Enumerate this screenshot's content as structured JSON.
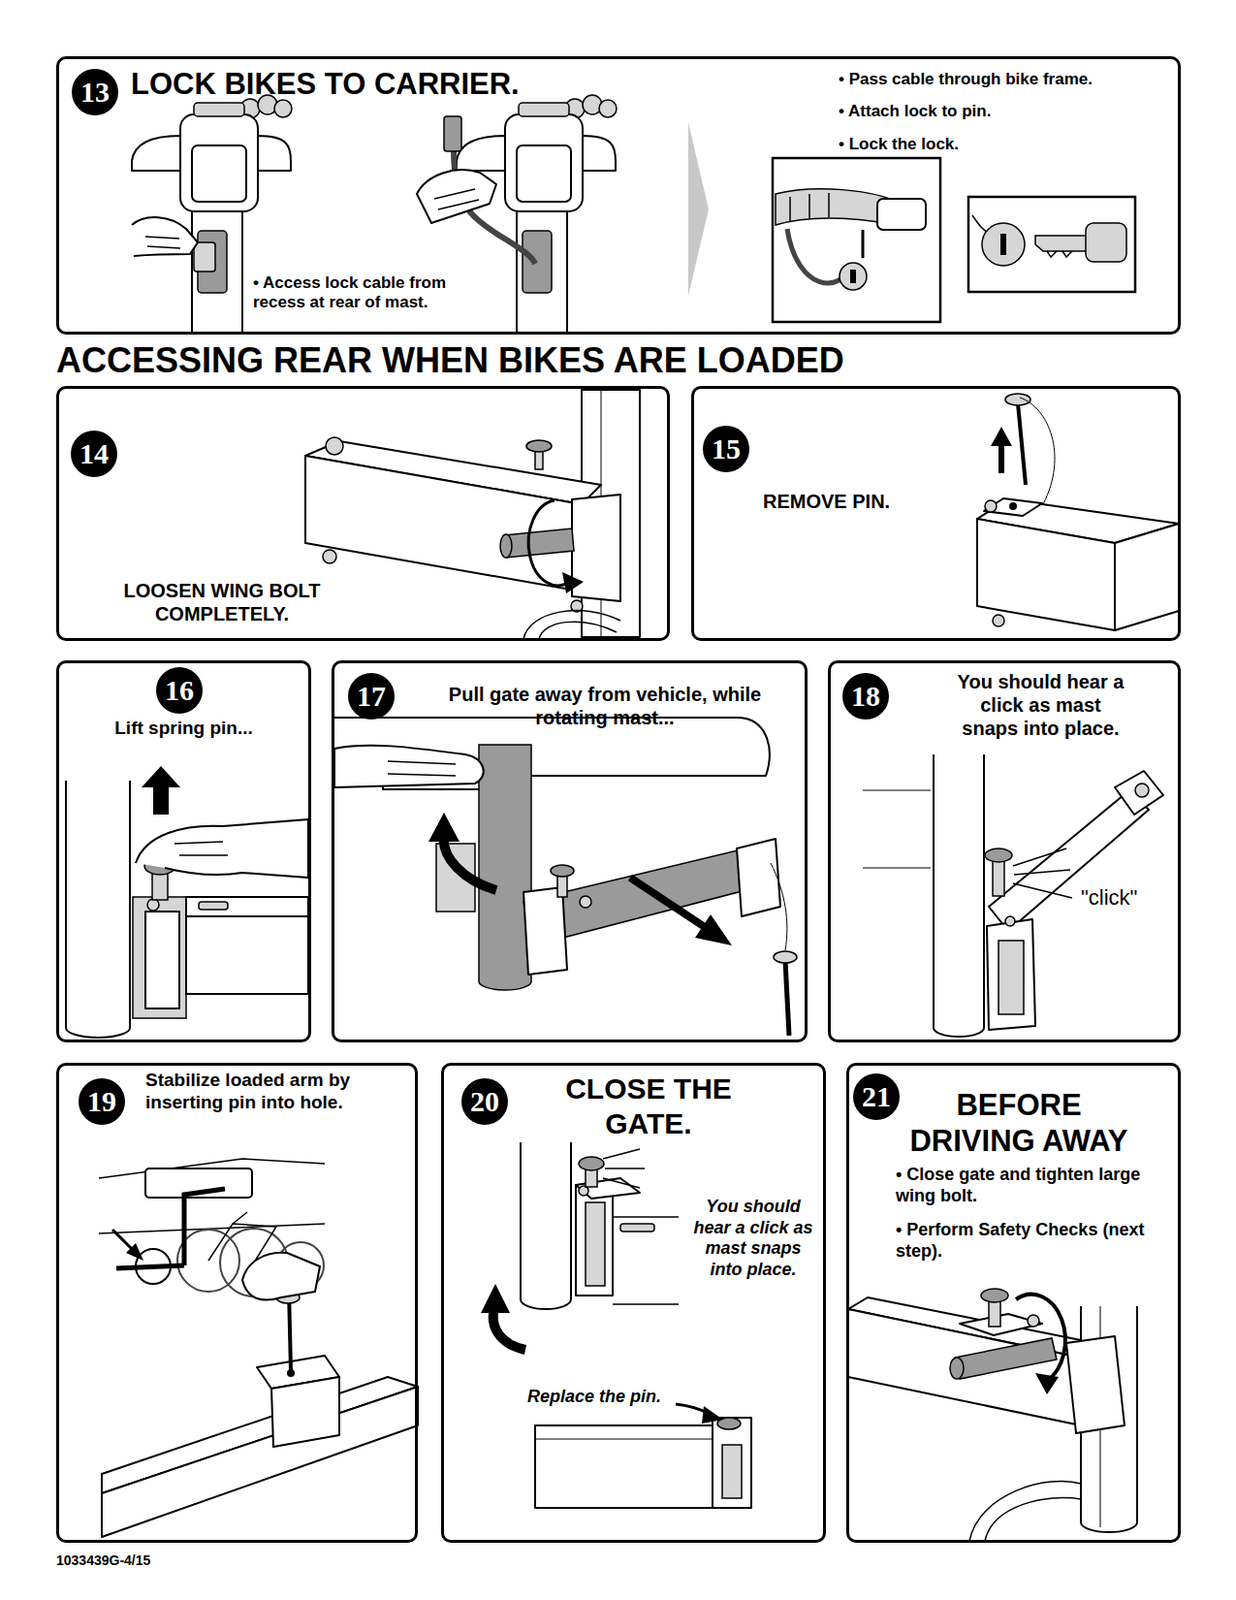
{
  "diagram": {
    "nodes": [
      {
        "text": [
          "13",
          "LOCK BIKES TO CARRIER.",
          "• Pass cable through bike frame.",
          "• Attach lock to pin.",
          "• Lock the lock.",
          "• Access lock cable from recess at rear of mast."
        ]
      },
      {
        "text": [
          "14",
          "LOOSEN WING BOLT COMPLETELY."
        ]
      },
      {
        "text": [
          "15",
          "REMOVE PIN."
        ]
      },
      {
        "text": [
          "16",
          "Lift spring pin..."
        ]
      },
      {
        "text": [
          "17",
          "Pull gate away from vehicle, while rotating mast..."
        ]
      },
      {
        "text": [
          "18",
          "You should hear a click as mast snaps into place.",
          "\"click\""
        ]
      },
      {
        "text": [
          "19",
          "Stabilize loaded arm by inserting pin into hole."
        ]
      },
      {
        "text": [
          "20",
          "CLOSE THE GATE.",
          "You should hear a click as mast snaps into place.",
          "Replace the pin."
        ]
      },
      {
        "text": [
          "21",
          "BEFORE DRIVING AWAY",
          "• Close gate and tighten large wing bolt.",
          "• Perform Safety Checks (next step)."
        ]
      }
    ],
    "labels": [
      "ACCESSING REAR WHEN BIKES ARE LOADED",
      "1033439G-4/15"
    ]
  }
}
